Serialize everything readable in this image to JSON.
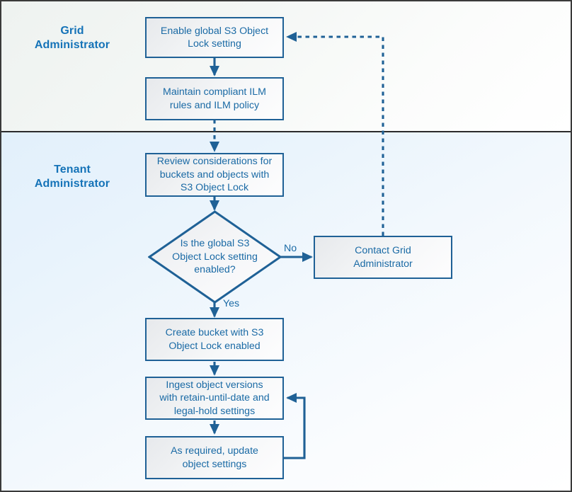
{
  "diagram": {
    "title_present": false,
    "colors": {
      "node_border": "#1f6196",
      "node_text": "#1a6aa5",
      "lane_label": "#1573b8",
      "connector": "#1f6196",
      "frame": "#3a3a3a",
      "lane_grid_bg": "#f2f5f3",
      "lane_tenant_bg": "#e4f1fb"
    },
    "lanes": [
      {
        "id": "grid",
        "label": "Grid\nAdministrator"
      },
      {
        "id": "tenant",
        "label": "Tenant\nAdministrator"
      }
    ],
    "nodes": [
      {
        "id": "enable-global-setting",
        "shape": "process",
        "label": "Enable global S3 Object\nLock setting",
        "lane": "grid"
      },
      {
        "id": "maintain-ilm",
        "shape": "process",
        "label": "Maintain compliant ILM\nrules and ILM policy",
        "lane": "grid"
      },
      {
        "id": "review-considerations",
        "shape": "process",
        "label": "Review considerations for\nbuckets and objects with\nS3 Object Lock",
        "lane": "tenant"
      },
      {
        "id": "is-global-setting-enabled",
        "shape": "decision",
        "label": "Is the global S3\nObject Lock setting\nenabled?",
        "lane": "tenant"
      },
      {
        "id": "contact-grid-administrator",
        "shape": "process",
        "label": "Contact Grid\nAdministrator",
        "lane": "tenant"
      },
      {
        "id": "create-bucket",
        "shape": "process",
        "label": "Create bucket with S3\nObject Lock enabled",
        "lane": "tenant"
      },
      {
        "id": "ingest-object-versions",
        "shape": "process",
        "label": "Ingest object versions\nwith retain-until-date and\nlegal-hold settings",
        "lane": "tenant"
      },
      {
        "id": "update-object-settings",
        "shape": "process",
        "label": "As required, update\nobject settings",
        "lane": "tenant"
      }
    ],
    "edges": [
      {
        "from": "enable-global-setting",
        "to": "maintain-ilm",
        "label": "",
        "style": "solid"
      },
      {
        "from": "maintain-ilm",
        "to": "review-considerations",
        "label": "",
        "style": "dashed"
      },
      {
        "from": "review-considerations",
        "to": "is-global-setting-enabled",
        "label": "",
        "style": "solid"
      },
      {
        "from": "is-global-setting-enabled",
        "to": "contact-grid-administrator",
        "label": "No",
        "style": "solid"
      },
      {
        "from": "is-global-setting-enabled",
        "to": "create-bucket",
        "label": "Yes",
        "style": "solid"
      },
      {
        "from": "contact-grid-administrator",
        "to": "enable-global-setting",
        "label": "",
        "style": "dashed"
      },
      {
        "from": "create-bucket",
        "to": "ingest-object-versions",
        "label": "",
        "style": "solid"
      },
      {
        "from": "ingest-object-versions",
        "to": "update-object-settings",
        "label": "",
        "style": "solid"
      },
      {
        "from": "update-object-settings",
        "to": "ingest-object-versions",
        "label": "",
        "style": "solid"
      }
    ],
    "edge_labels": {
      "no": "No",
      "yes": "Yes"
    }
  }
}
